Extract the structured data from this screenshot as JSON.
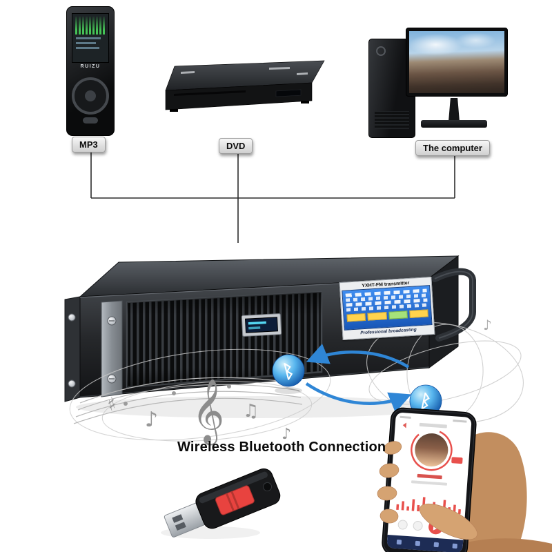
{
  "diagram": {
    "source_devices": [
      {
        "id": "mp3",
        "label": "MP3",
        "brand": "RUIZU"
      },
      {
        "id": "dvd",
        "label": "DVD"
      },
      {
        "id": "computer",
        "label": "The computer"
      }
    ],
    "transmitter": {
      "title": "YXHT-FM transmitter",
      "subtitle": "Professional broadcasting"
    },
    "connection": {
      "caption": "Wireless Bluetooth Connection"
    },
    "icons": {
      "bluetooth": "ᛒ",
      "treble_clef": "𝄞",
      "eighth_note": "♪",
      "beamed_notes": "♫",
      "sharp": "♯"
    },
    "colors": {
      "bluetooth_sphere_blue": "#0b4ea2",
      "arrow_blue": "#2f86d6",
      "usb_slider_red": "#e8433f",
      "lcd_screen_blue": "#2a7de0",
      "phone_accent_red": "#e8504c"
    }
  }
}
